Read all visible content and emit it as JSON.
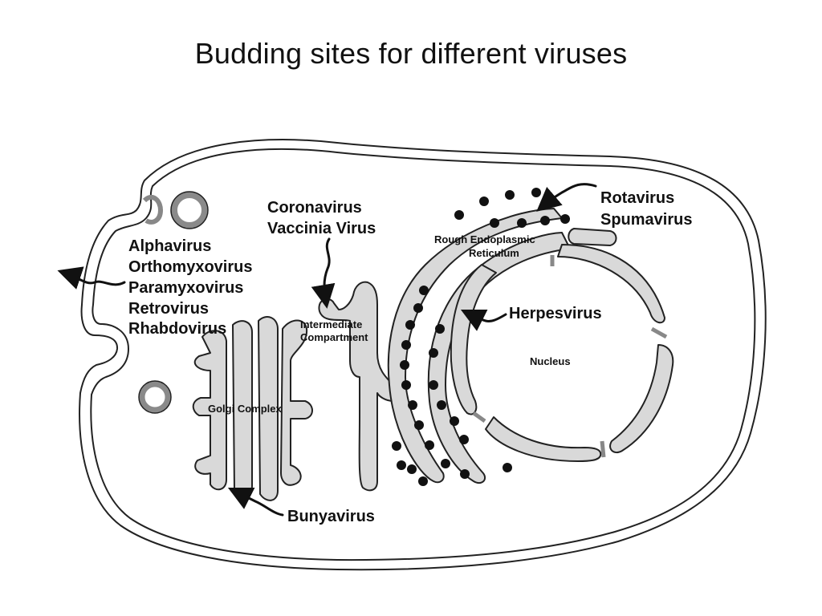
{
  "title": "Budding sites for different viruses",
  "labels": {
    "rotavirus": "Rotavirus",
    "spumavirus": "Spumavirus",
    "coronavirus": "Coronavirus",
    "vaccinia": "Vaccinia Virus",
    "alphavirus": "Alphavirus",
    "orthomyxovirus": "Orthomyxovirus",
    "paramyxovirus": "Paramyxovirus",
    "retrovirus": "Retrovirus",
    "rhabdovirus": "Rhabdovirus",
    "herpesvirus": "Herpesvirus",
    "bunyavirus": "Bunyavirus",
    "rough_er_line1": "Rough Endoplasmic",
    "rough_er_line2": "Reticulum",
    "intermediate_line1": "Intermediate",
    "intermediate_line2": "Compartment",
    "golgi": "Golgi Complex",
    "nucleus": "Nucleus"
  }
}
